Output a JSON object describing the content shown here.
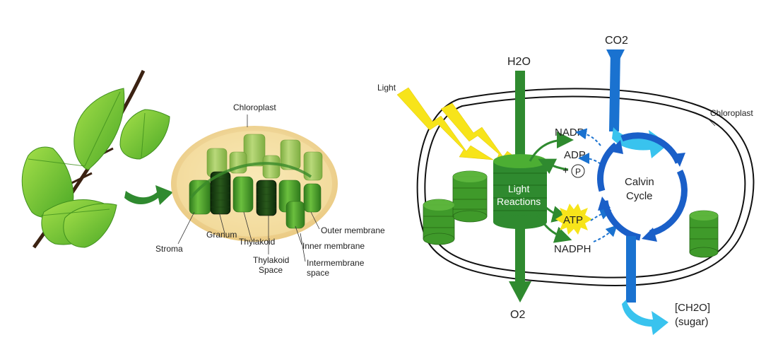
{
  "left_panel": {
    "title": "Chloroplast",
    "labels": {
      "stroma": "Stroma",
      "granum": "Granum",
      "thylakoid": "Thylakoid",
      "thylakoid_space_1": "Thylakoid",
      "thylakoid_space_2": "Space",
      "outer_membrane": "Outer membrane",
      "inner_membrane": "Inner membrane",
      "intermembrane_1": "Intermembrane",
      "intermembrane_2": "space"
    }
  },
  "right_panel": {
    "chloroplast": "Chloroplast",
    "light": "Light",
    "h2o": "H2O",
    "co2": "CO2",
    "o2": "O2",
    "nadp": "NADP",
    "adp": "ADP",
    "pi_plus": "+",
    "pi": "P",
    "atp": "ATP",
    "nadph": "NADPH",
    "light_reactions_1": "Light",
    "light_reactions_2": "Reactions",
    "calvin_1": "Calvin",
    "calvin_2": "Cycle",
    "sugar_1": "[CH2O]",
    "sugar_2": "(sugar)"
  },
  "colors": {
    "leaf": "#6fc82e",
    "thylakoid_green": "#4a9a2a",
    "calvin_blue": "#1a5fc8",
    "cyan": "#39c3ee",
    "light_yellow": "#f7e41a",
    "dark_green_arrow": "#2f8a2f"
  }
}
